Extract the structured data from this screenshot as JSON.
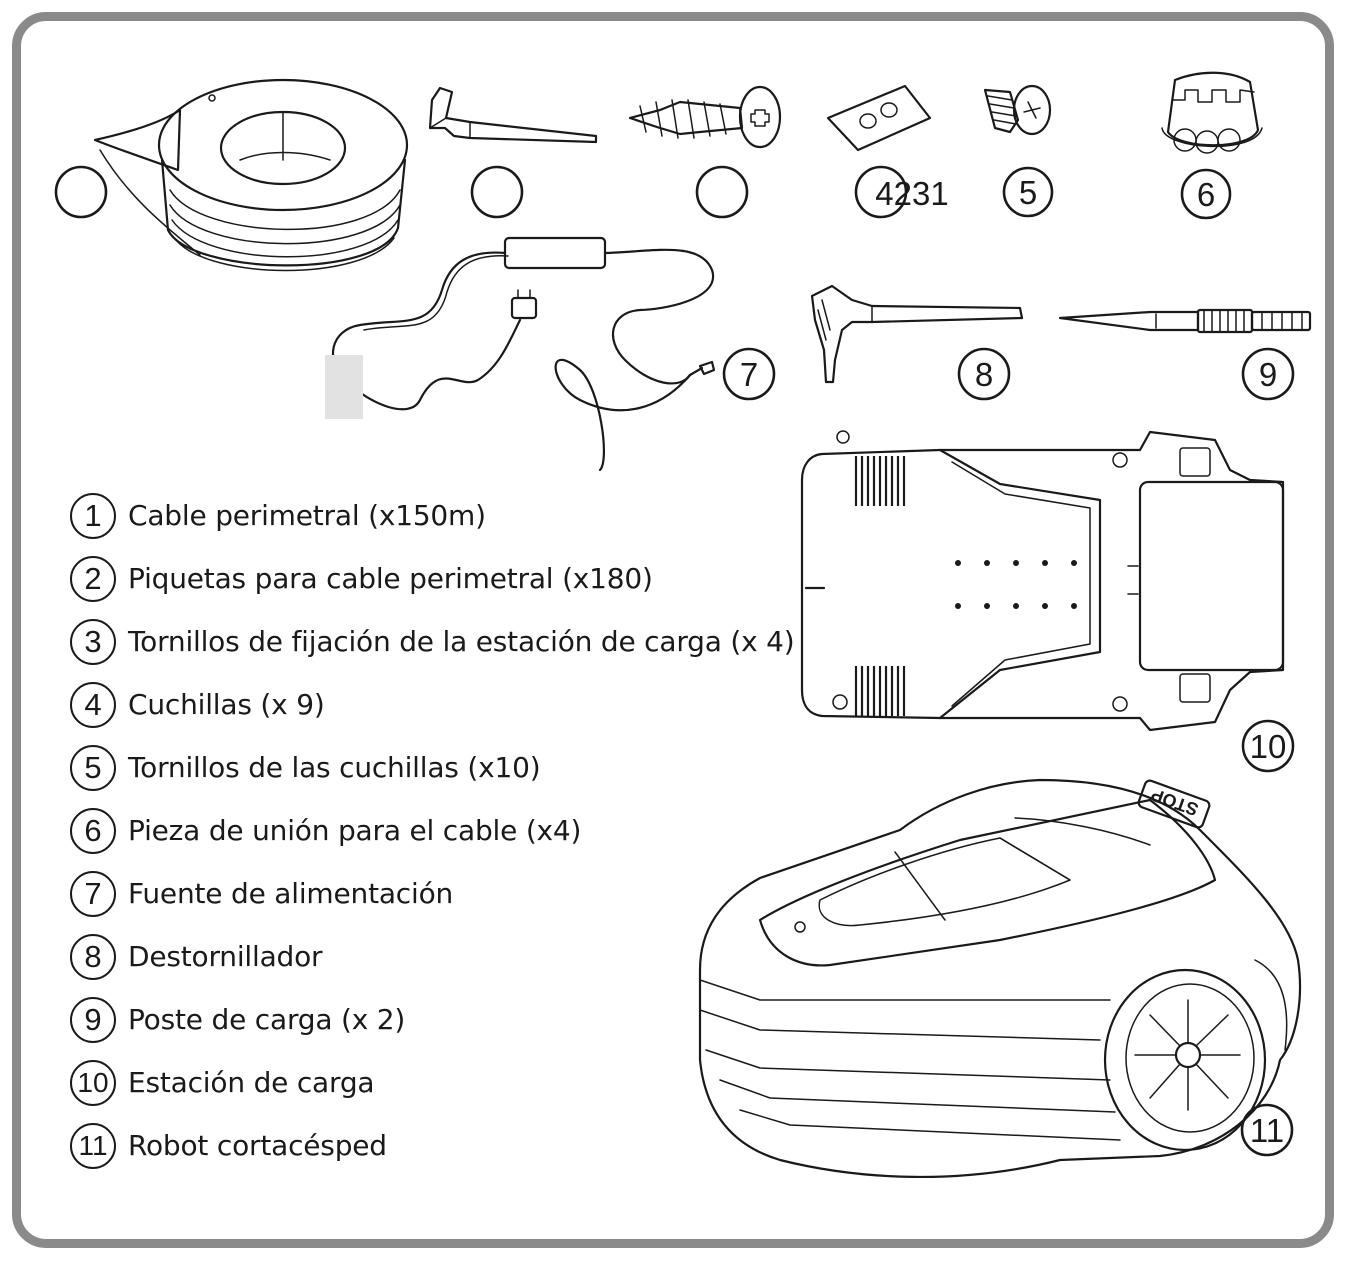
{
  "parts": [
    {
      "number": "",
      "label": "Cable perimetral (x150m)"
    },
    {
      "number": "",
      "label": "Piquetas para cable perimetral (x180)"
    },
    {
      "number": "",
      "label": "Tornillos de fijación de la estación de carga (x 4)"
    },
    {
      "number": "4231",
      "label": "Cuchillas (x 9)"
    },
    {
      "number": "5",
      "label": "Tornillos de las cuchillas (x10)"
    },
    {
      "number": "6",
      "label": "Pieza de unión para el cable (x4)"
    },
    {
      "number": "7",
      "label": "Fuente de alimentación"
    },
    {
      "number": "8",
      "label": "Destornillador"
    },
    {
      "number": "9",
      "label": "Poste de carga (x 2)"
    },
    {
      "number": "10",
      "label": "Estación de carga"
    },
    {
      "number": "11",
      "label": "Robot cortacésped"
    }
  ],
  "legend": [
    {
      "number": "1",
      "label": "Cable perimetral (x150m)"
    },
    {
      "number": "2",
      "label": "Piquetas para cable perimetral (x180)"
    },
    {
      "number": "3",
      "label": "Tornillos de fijación de la estación de carga (x 4)"
    },
    {
      "number": "4",
      "label": "Cuchillas (x 9)"
    },
    {
      "number": "5",
      "label": "Tornillos de las cuchillas (x10)"
    },
    {
      "number": "6",
      "label": "Pieza de unión para el cable (x4)"
    },
    {
      "number": "7",
      "label": "Fuente de alimentación"
    },
    {
      "number": "8",
      "label": "Destornillador"
    },
    {
      "number": "9",
      "label": "Poste de carga (x 2)"
    },
    {
      "number": "10",
      "label": "Estación de carga"
    },
    {
      "number": "11",
      "label": "Robot cortacésped"
    }
  ],
  "callouts": {
    "blades": "4231",
    "blade_screw": "5",
    "connector": "6",
    "power_supply": "7",
    "screwdriver": "8",
    "charging_post": "9",
    "station": "10",
    "mower": "11"
  },
  "mower_stop_label": "STOP"
}
